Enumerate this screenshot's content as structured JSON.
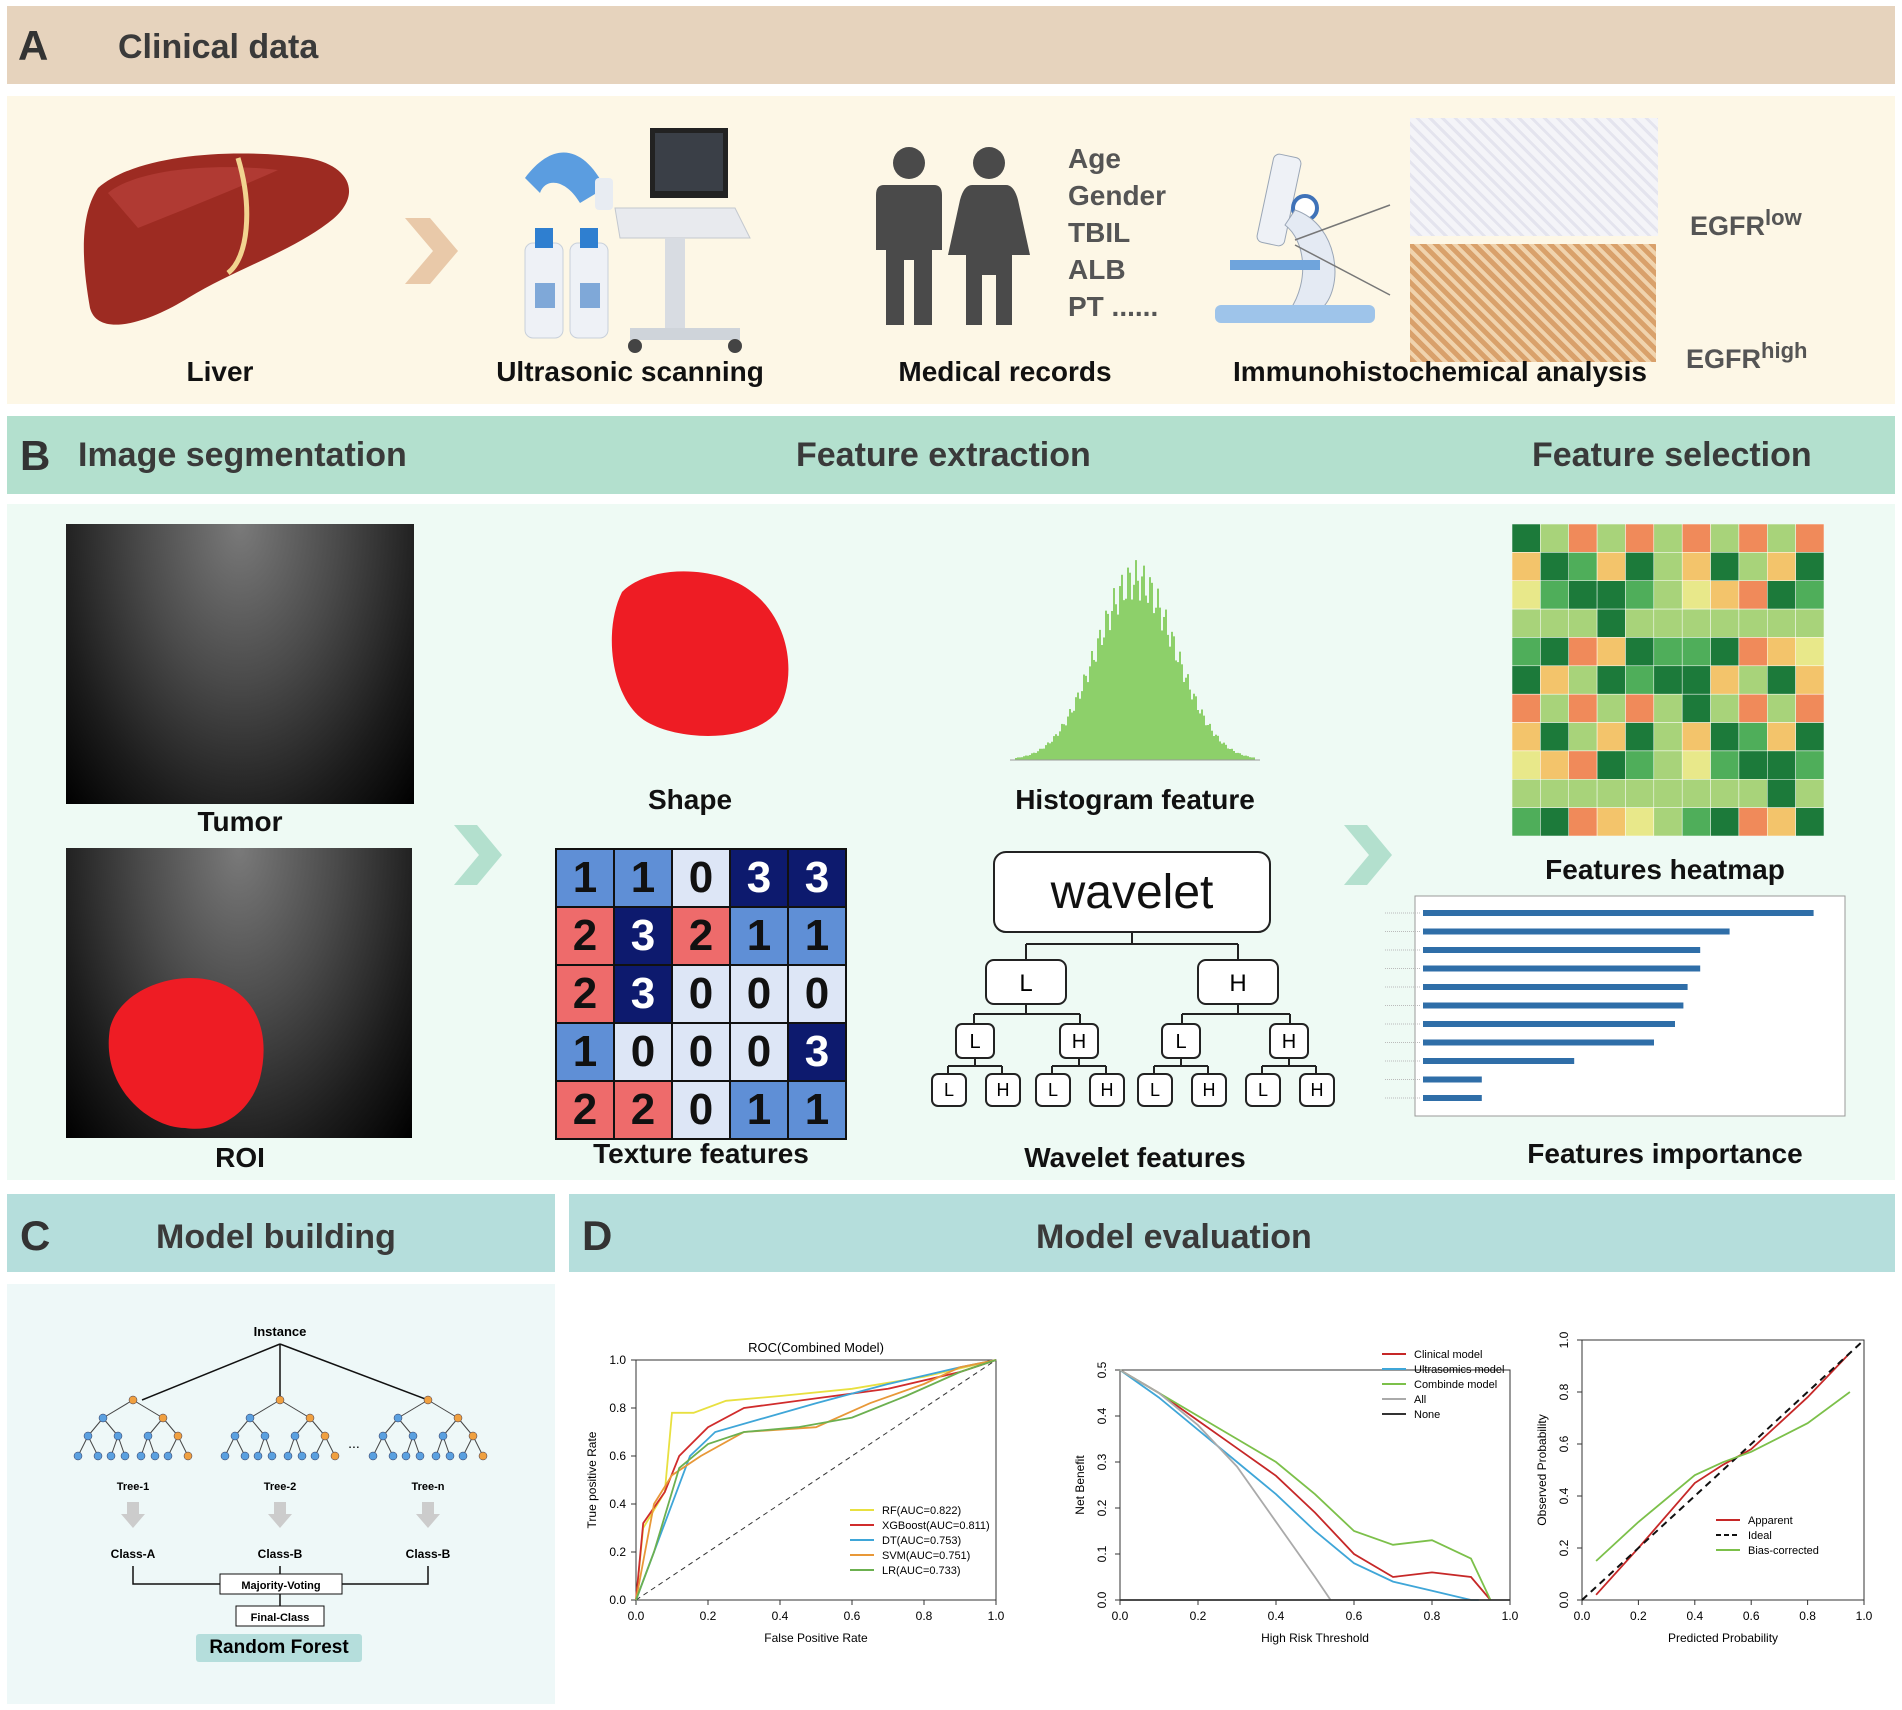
{
  "panel_a": {
    "letter": "A",
    "title": "Clinical data",
    "liver": "Liver",
    "ultrasonic": "Ultrasonic scanning",
    "medical": "Medical records",
    "ihc": "Immunohistochemical analysis",
    "records": [
      "Age",
      "Gender",
      "TBIL",
      "ALB",
      "PT ......"
    ],
    "egfr_low_base": "EGFR",
    "egfr_low_sup": "low",
    "egfr_high_base": "EGFR",
    "egfr_high_sup": "high"
  },
  "panel_b": {
    "letter": "B",
    "seg": "Image segmentation",
    "extract": "Feature extraction",
    "select": "Feature selection",
    "tumor": "Tumor",
    "roi": "ROI",
    "shape": "Shape",
    "hist": "Histogram feature",
    "texture": "Texture features",
    "wavelet_features": "Wavelet features",
    "wavelet_root": "wavelet",
    "heatmap": "Features heatmap",
    "importance": "Features importance",
    "texture_grid": [
      [
        1,
        1,
        0,
        3,
        3
      ],
      [
        2,
        3,
        2,
        1,
        1
      ],
      [
        2,
        3,
        0,
        0,
        0
      ],
      [
        1,
        0,
        0,
        0,
        3
      ],
      [
        2,
        2,
        0,
        1,
        1
      ]
    ]
  },
  "panel_c": {
    "letter": "C",
    "title": "Model building",
    "instance": "Instance",
    "trees": [
      "Tree-1",
      "Tree-2",
      "Tree-n"
    ],
    "classes": [
      "Class-A",
      "Class-B",
      "Class-B"
    ],
    "ellipsis": "...",
    "voting": "Majority-Voting",
    "final": "Final-Class",
    "rf": "Random Forest"
  },
  "panel_d": {
    "letter": "D",
    "title": "Model evaluation"
  },
  "chart_data": [
    {
      "type": "line",
      "title": "ROC(Combined Model)",
      "xlabel": "False Positive Rate",
      "ylabel": "True positive Rate",
      "xlim": [
        0,
        1
      ],
      "ylim": [
        0,
        1
      ],
      "xticks": [
        "0.0",
        "0.2",
        "0.4",
        "0.6",
        "0.8",
        "1.0"
      ],
      "yticks": [
        "0.0",
        "0.2",
        "0.4",
        "0.6",
        "0.8",
        "1.0"
      ],
      "series": [
        {
          "name": "RF(AUC=0.822)",
          "color": "#e8e040",
          "x": [
            0,
            0.02,
            0.08,
            0.1,
            0.16,
            0.25,
            0.4,
            0.6,
            0.8,
            1.0
          ],
          "y": [
            0,
            0.3,
            0.45,
            0.78,
            0.78,
            0.83,
            0.85,
            0.88,
            0.93,
            1.0
          ]
        },
        {
          "name": "XGBoost(AUC=0.811)",
          "color": "#d02c2c",
          "x": [
            0,
            0.02,
            0.08,
            0.12,
            0.2,
            0.3,
            0.5,
            0.7,
            0.9,
            1.0
          ],
          "y": [
            0,
            0.32,
            0.45,
            0.6,
            0.72,
            0.8,
            0.84,
            0.88,
            0.95,
            1.0
          ]
        },
        {
          "name": "DT(AUC=0.753)",
          "color": "#3fa6d8",
          "x": [
            0,
            0.15,
            0.22,
            0.5,
            0.7,
            0.9,
            1.0
          ],
          "y": [
            0,
            0.6,
            0.7,
            0.82,
            0.9,
            0.97,
            1.0
          ]
        },
        {
          "name": "SVM(AUC=0.751)",
          "color": "#e89838",
          "x": [
            0,
            0.05,
            0.1,
            0.18,
            0.3,
            0.5,
            0.65,
            0.8,
            0.9,
            1.0
          ],
          "y": [
            0,
            0.4,
            0.52,
            0.6,
            0.7,
            0.72,
            0.82,
            0.9,
            0.97,
            1.0
          ]
        },
        {
          "name": "LR(AUC=0.733)",
          "color": "#6cb050",
          "x": [
            0,
            0.05,
            0.12,
            0.2,
            0.3,
            0.45,
            0.6,
            0.75,
            0.9,
            1.0
          ],
          "y": [
            0,
            0.2,
            0.55,
            0.65,
            0.7,
            0.72,
            0.76,
            0.85,
            0.95,
            1.0
          ]
        }
      ],
      "legend": "bottom-right"
    },
    {
      "type": "line",
      "xlabel": "High Risk Threshold",
      "ylabel": "Net Benefit",
      "xlim": [
        0,
        1
      ],
      "ylim": [
        0,
        0.5
      ],
      "xticks": [
        "0.0",
        "0.2",
        "0.4",
        "0.6",
        "0.8",
        "1.0"
      ],
      "yticks": [
        "0.0",
        "0.1",
        "0.2",
        "0.3",
        "0.4",
        "0.5"
      ],
      "series": [
        {
          "name": "Clinical model",
          "color": "#c62828",
          "x": [
            0,
            0.1,
            0.2,
            0.3,
            0.4,
            0.5,
            0.6,
            0.7,
            0.8,
            0.9,
            0.95
          ],
          "y": [
            0.5,
            0.45,
            0.39,
            0.33,
            0.27,
            0.19,
            0.1,
            0.05,
            0.06,
            0.05,
            0.0
          ]
        },
        {
          "name": "Ultrasomics model",
          "color": "#3fa6d8",
          "x": [
            0,
            0.1,
            0.2,
            0.3,
            0.4,
            0.5,
            0.6,
            0.7,
            0.8,
            0.9,
            0.92
          ],
          "y": [
            0.5,
            0.44,
            0.37,
            0.3,
            0.23,
            0.15,
            0.08,
            0.04,
            0.02,
            -0.05,
            0.0
          ]
        },
        {
          "name": "Combinde model",
          "color": "#7cc04a",
          "x": [
            0,
            0.1,
            0.2,
            0.3,
            0.4,
            0.5,
            0.6,
            0.7,
            0.8,
            0.9,
            0.95
          ],
          "y": [
            0.5,
            0.45,
            0.4,
            0.35,
            0.3,
            0.23,
            0.15,
            0.12,
            0.13,
            0.09,
            0.0
          ]
        },
        {
          "name": "All",
          "color": "#aaaaaa",
          "x": [
            0,
            0.1,
            0.2,
            0.3,
            0.4,
            0.5,
            0.54
          ],
          "y": [
            0.5,
            0.45,
            0.38,
            0.29,
            0.17,
            0.05,
            -0.05
          ]
        },
        {
          "name": "None",
          "color": "#333333",
          "x": [
            0,
            1
          ],
          "y": [
            0,
            0
          ]
        }
      ],
      "legend": "top-right"
    },
    {
      "type": "line",
      "xlabel": "Predicted Probability",
      "ylabel": "Observed Probability",
      "xlim": [
        0,
        1
      ],
      "ylim": [
        0,
        1
      ],
      "xticks": [
        "0.0",
        "0.2",
        "0.4",
        "0.6",
        "0.8",
        "1.0"
      ],
      "yticks": [
        "0.0",
        "0.2",
        "0.4",
        "0.6",
        "0.8",
        "1.0"
      ],
      "series": [
        {
          "name": "Apparent",
          "color": "#c62828",
          "x": [
            0.05,
            0.2,
            0.4,
            0.5,
            0.6,
            0.8,
            0.95
          ],
          "y": [
            0.02,
            0.2,
            0.45,
            0.52,
            0.58,
            0.78,
            0.95
          ]
        },
        {
          "name": "Ideal",
          "color": "#111111",
          "x": [
            0,
            1
          ],
          "y": [
            0,
            1
          ]
        },
        {
          "name": "Bias-corrected",
          "color": "#7cc04a",
          "x": [
            0.05,
            0.2,
            0.4,
            0.5,
            0.6,
            0.8,
            0.95
          ],
          "y": [
            0.15,
            0.3,
            0.48,
            0.53,
            0.57,
            0.68,
            0.8
          ]
        }
      ],
      "legend": "bottom-right"
    }
  ]
}
